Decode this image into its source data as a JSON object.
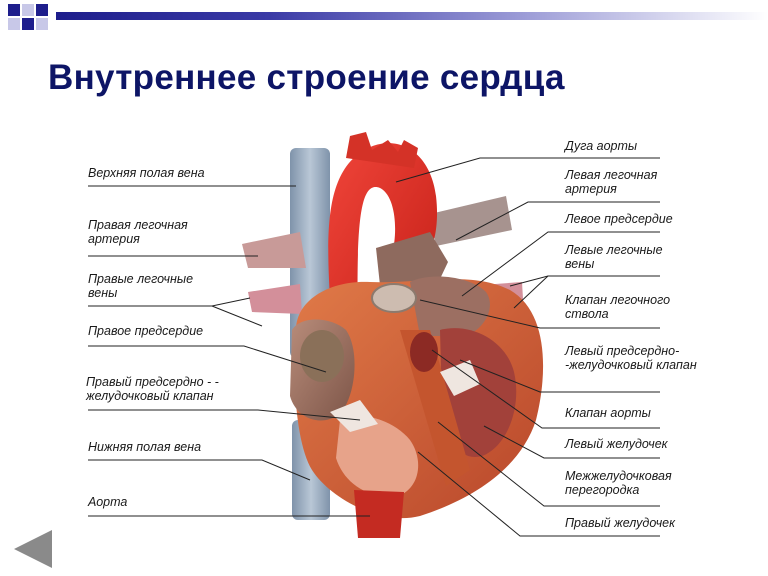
{
  "title": "Внутреннее строение сердца",
  "colors": {
    "title": "#0d1566",
    "accent_bar": "#1e1e8c",
    "aorta_red": "#e02a1e",
    "muscle": "#d9653c",
    "vein_blue": "#8da1b8",
    "nav_arrow": "#8a8a8a"
  },
  "labels": {
    "left": [
      "Верхняя полая вена",
      "Правая легочная артерия",
      "Правые легочные вены",
      "Правое предсердие",
      "Правый предсердно - - желудочковый клапан",
      "Нижняя полая вена",
      "Аорта"
    ],
    "right": [
      "Дуга аорты",
      "Левая легочная артерия",
      "Левое предсердие",
      "Левые легочные вены",
      "Клапан легочного ствола",
      "Левый предсердно- -желудочковый клапан",
      "Клапан аорты",
      "Левый желудочек",
      "Межжелудочковая перегородка",
      "Правый желудочек"
    ]
  },
  "nav": {
    "back_icon": "triangle-left-icon"
  }
}
